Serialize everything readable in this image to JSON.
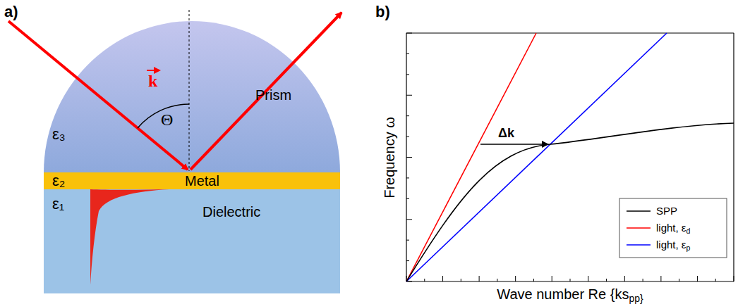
{
  "diagram": {
    "nodes": [
      {
        "text": [
          "Prism",
          "ε₃"
        ]
      },
      {
        "text": [
          "ε₂",
          "Metal"
        ]
      },
      {
        "text": [
          "ε₁",
          "Dielectric"
        ]
      }
    ],
    "labels": [
      "a)",
      "b)",
      "k",
      "Θ",
      "Δk",
      "Frequency ω",
      "Wave number Re {kspp}"
    ],
    "legend": [
      {
        "text": "SPP"
      },
      {
        "text": "light, εd"
      },
      {
        "text": "light, εp"
      }
    ]
  }
}
